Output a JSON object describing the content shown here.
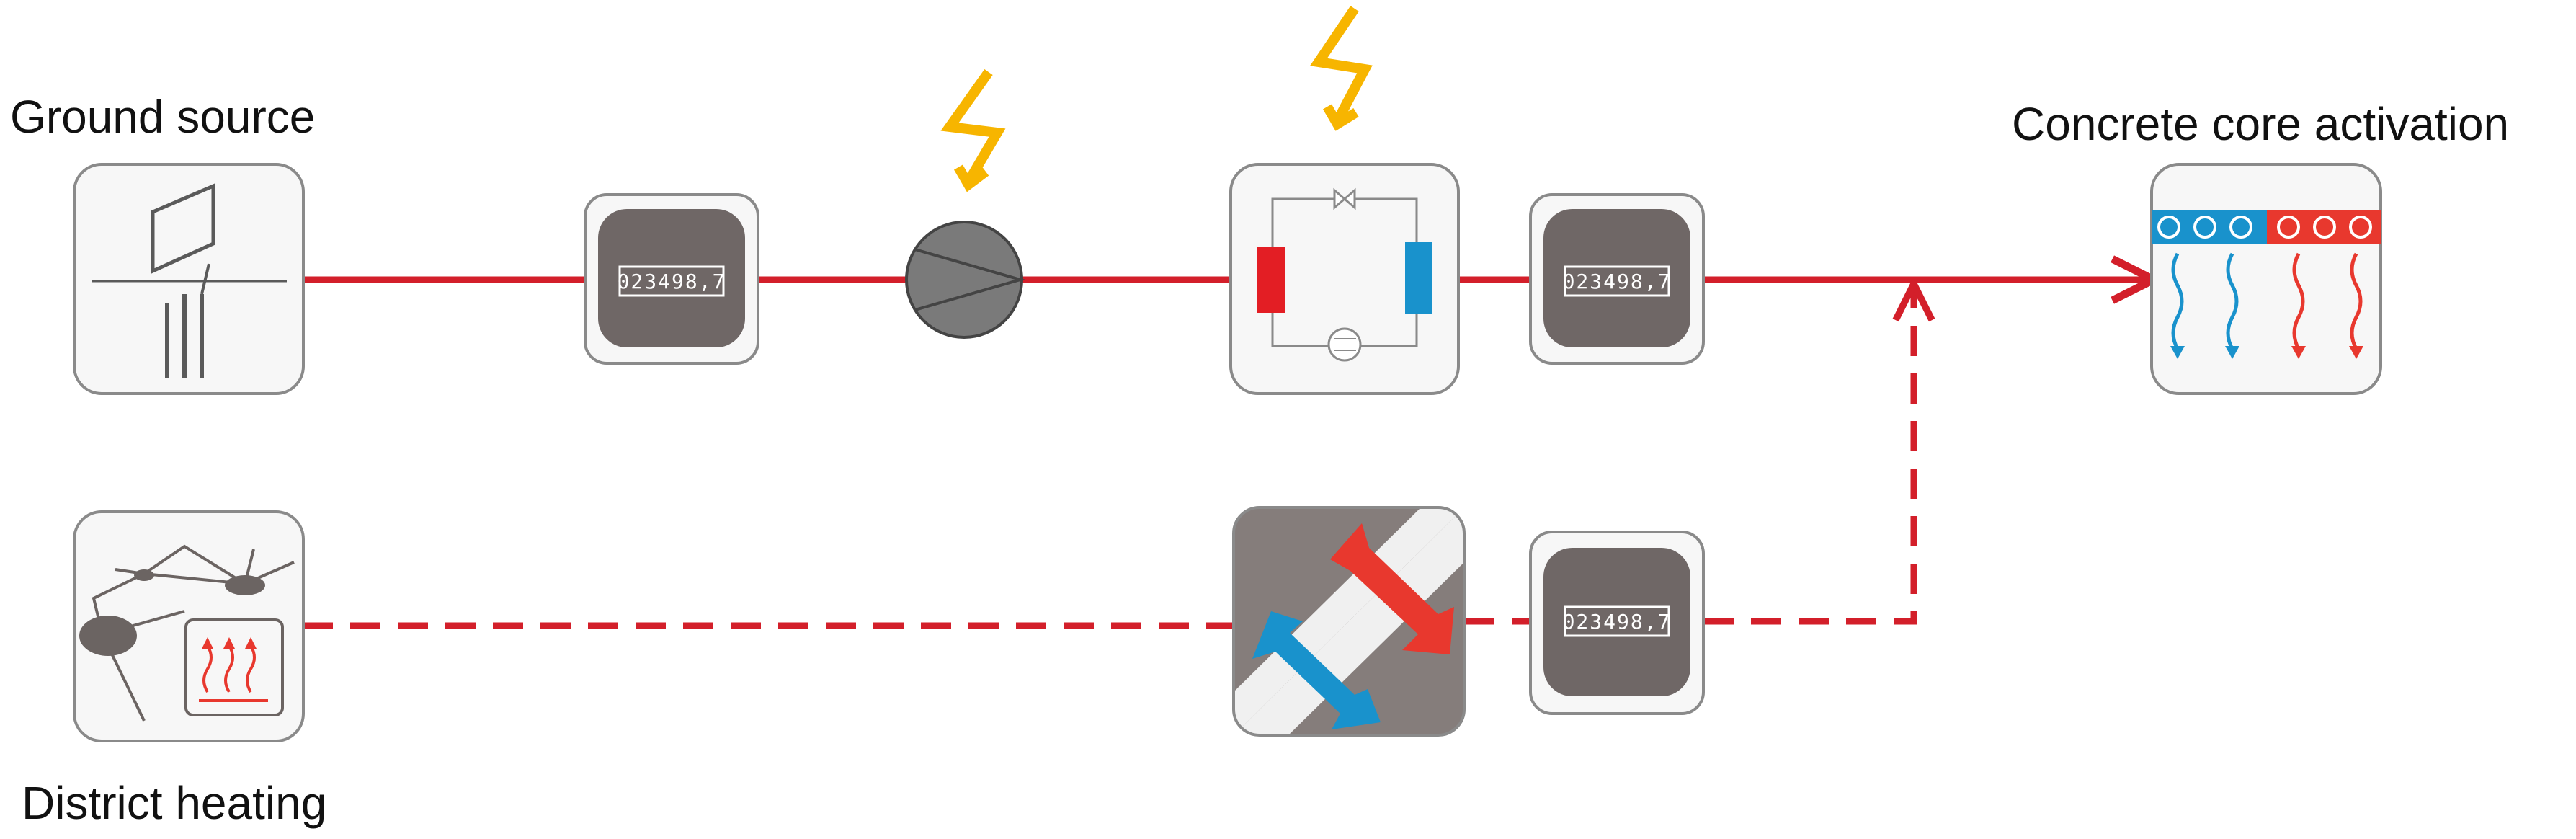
{
  "labels": {
    "ground_source": "Ground source",
    "district_heating": "District heating",
    "concrete_core": "Concrete core activation"
  },
  "meter_reading": "023498,7",
  "colors": {
    "flow_line": "#d31f2a",
    "box_fill": "#f7f7f7",
    "box_stroke": "#8a8a8a",
    "meter_body": "#6f6766",
    "lightning": "#f7b500",
    "hot": "#e8382e",
    "cold": "#1992cc",
    "exchanger_bg": "#857d7b",
    "pump": "#7a7a7a"
  },
  "icons": [
    "borehole-icon",
    "district-network-icon",
    "heat-meter-icon",
    "circulation-pump-icon",
    "heat-pump-icon",
    "heat-exchanger-icon",
    "electricity-icon",
    "concrete-core-icon"
  ]
}
